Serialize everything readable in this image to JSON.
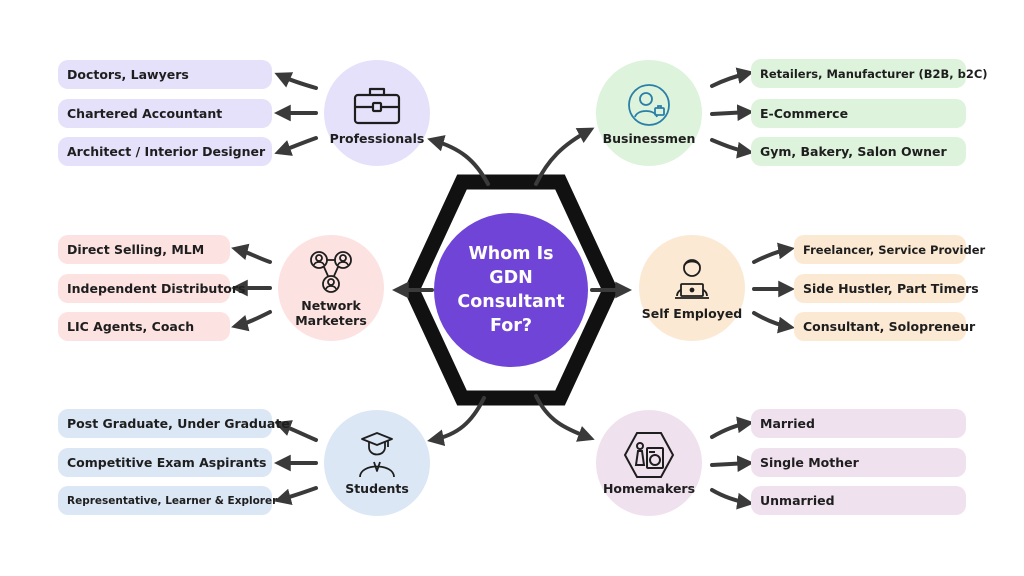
{
  "center": {
    "title": "Whom Is GDN Consultant For?"
  },
  "colors": {
    "hub": "#6f44d6",
    "hexagon": "#111111",
    "purple": "#e6e1fb",
    "green": "#ddf3dc",
    "red": "#fde2e2",
    "orange": "#fbe9d3",
    "blue": "#dbe7f5",
    "pink": "#f0e1ef"
  },
  "categories": {
    "professionals": {
      "label": "Professionals",
      "icon": "briefcase-icon",
      "items": [
        "Doctors, Lawyers",
        "Chartered Accountant",
        "Architect / Interior Designer"
      ]
    },
    "businessmen": {
      "label": "Businessmen",
      "icon": "businessman-icon",
      "items": [
        "Retailers, Manufacturer (B2B, b2C)",
        "E-Commerce",
        "Gym, Bakery, Salon Owner"
      ]
    },
    "network": {
      "label_line1": "Network",
      "label_line2": "Marketers",
      "icon": "people-network-icon",
      "items": [
        "Direct Selling, MLM",
        "Independent Distributors",
        "LIC Agents, Coach"
      ]
    },
    "self_employed": {
      "label": "Self Employed",
      "icon": "person-laptop-icon",
      "items": [
        "Freelancer, Service Provider",
        "Side Hustler, Part Timers",
        "Consultant, Solopreneur"
      ]
    },
    "students": {
      "label": "Students",
      "icon": "graduate-icon",
      "items": [
        "Post Graduate, Under Graduate",
        "Competitive Exam Aspirants",
        "Representative, Learner & Explorer"
      ]
    },
    "homemakers": {
      "label": "Homemakers",
      "icon": "homemaker-washing-machine-icon",
      "items": [
        "Married",
        "Single Mother",
        "Unmarried"
      ]
    }
  }
}
